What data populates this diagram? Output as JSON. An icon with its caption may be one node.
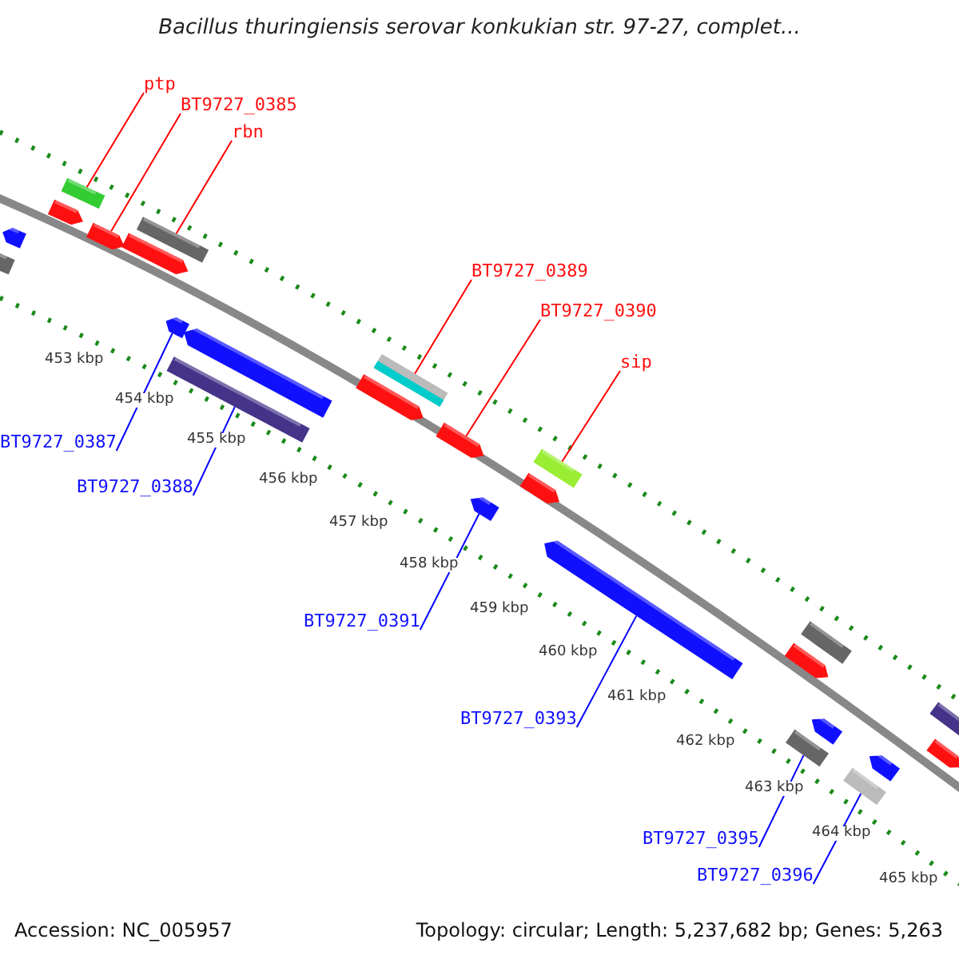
{
  "diagram": {
    "title": "Bacillus thuringiensis serovar konkukian str. 97-27, complet...",
    "nodes": [
      {
        "text": [
          "ptp"
        ]
      },
      {
        "text": [],
        "shape": "bar"
      },
      {
        "text": [
          "BT9727_0385"
        ]
      },
      {
        "text": [],
        "shape": "arrow"
      },
      {
        "text": [
          "rbn"
        ]
      },
      {
        "text": [],
        "shape": "bar"
      },
      {
        "text": [
          "BT9727_0389"
        ]
      },
      {
        "text": [],
        "shape": "bar"
      },
      {
        "text": [
          "BT9727_0390"
        ]
      },
      {
        "text": [],
        "shape": "arrow"
      },
      {
        "text": [
          "sip"
        ]
      },
      {
        "text": [],
        "shape": "bar"
      },
      {
        "text": [
          "BT9727_0387"
        ]
      },
      {
        "text": [],
        "shape": "arrow"
      },
      {
        "text": [
          "BT9727_0388"
        ]
      },
      {
        "text": [],
        "shape": "bar"
      },
      {
        "text": [
          "BT9727_0391"
        ]
      },
      {
        "text": [],
        "shape": "arrow"
      },
      {
        "text": [
          "BT9727_0393"
        ]
      },
      {
        "text": [],
        "shape": "arrow"
      },
      {
        "text": [
          "BT9727_0395"
        ]
      },
      {
        "text": [],
        "shape": "bar"
      },
      {
        "text": [
          "BT9727_0396"
        ]
      },
      {
        "text": [],
        "shape": "bar"
      },
      {
        "text": [],
        "shape": "arrow"
      },
      {
        "text": [],
        "shape": "arrow"
      },
      {
        "text": [],
        "shape": "arrow"
      },
      {
        "text": [],
        "shape": "arrow"
      },
      {
        "text": [],
        "shape": "bar"
      },
      {
        "text": [],
        "shape": "arrow"
      },
      {
        "text": [],
        "shape": "bar"
      },
      {
        "text": [],
        "shape": "arrow"
      },
      {
        "text": [],
        "shape": "arrow"
      },
      {
        "text": [],
        "shape": "bar"
      },
      {
        "text": [],
        "shape": "arrow"
      },
      {
        "text": [],
        "shape": "arrow"
      },
      {
        "text": [],
        "shape": "arrow"
      }
    ],
    "edges": [
      {
        "from": 0,
        "to": 1,
        "arrow": "none",
        "color": "#ff0000"
      },
      {
        "from": 2,
        "to": 3,
        "arrow": "none",
        "color": "#ff0000"
      },
      {
        "from": 4,
        "to": 5,
        "arrow": "none",
        "color": "#ff0000"
      },
      {
        "from": 6,
        "to": 7,
        "arrow": "none",
        "color": "#ff0000"
      },
      {
        "from": 8,
        "to": 9,
        "arrow": "none",
        "color": "#ff0000"
      },
      {
        "from": 10,
        "to": 11,
        "arrow": "none",
        "color": "#ff0000"
      },
      {
        "from": 12,
        "to": 13,
        "arrow": "none",
        "color": "#0000ff"
      },
      {
        "from": 14,
        "to": 15,
        "arrow": "none",
        "color": "#0000ff"
      },
      {
        "from": 16,
        "to": 17,
        "arrow": "none",
        "color": "#0000ff"
      },
      {
        "from": 18,
        "to": 19,
        "arrow": "none",
        "color": "#0000ff"
      },
      {
        "from": 20,
        "to": 21,
        "arrow": "none",
        "color": "#0000ff"
      },
      {
        "from": 22,
        "to": 23,
        "arrow": "none",
        "color": "#0000ff"
      }
    ],
    "labels": [
      "453 kbp",
      "454 kbp",
      "455 kbp",
      "456 kbp",
      "457 kbp",
      "458 kbp",
      "459 kbp",
      "460 kbp",
      "461 kbp",
      "462 kbp",
      "463 kbp",
      "464 kbp",
      "465 kbp",
      "Accession: NC_005957",
      "Topology: circular; Length: 5,237,682 bp; Genes: 5,263"
    ]
  }
}
